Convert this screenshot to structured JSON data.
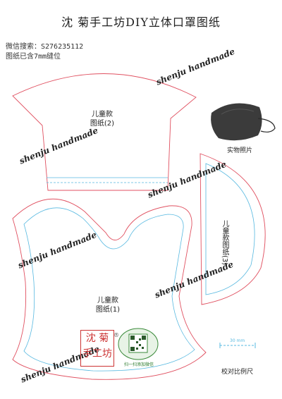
{
  "title": "沈  菊手工坊DIY立体口罩图纸",
  "contact": {
    "wechat_line": "微信搜索：S276235112",
    "seam_line": "图纸已含7mm缝位"
  },
  "pieces": {
    "piece2": {
      "line1": "儿童款",
      "line2": "图纸(2)"
    },
    "piece3": {
      "line1": "儿童款",
      "line2": "图纸(3)"
    },
    "piece1": {
      "line1": "儿童款",
      "line2": "图纸(1)"
    }
  },
  "watermark": "shenju handmade",
  "photo_caption": "实物照片",
  "scale": {
    "value_label": "30 mm",
    "caption": "校对比例尺"
  },
  "logo": {
    "line1": "沈 菊",
    "line2": "手工坊",
    "mark": "®"
  },
  "qr_caption": "扫一扫添加微信",
  "colors": {
    "cut_line": "#e05060",
    "sew_line": "#56b8e0",
    "logo_red": "#cc3333",
    "qr_green": "#3a8a3a"
  }
}
